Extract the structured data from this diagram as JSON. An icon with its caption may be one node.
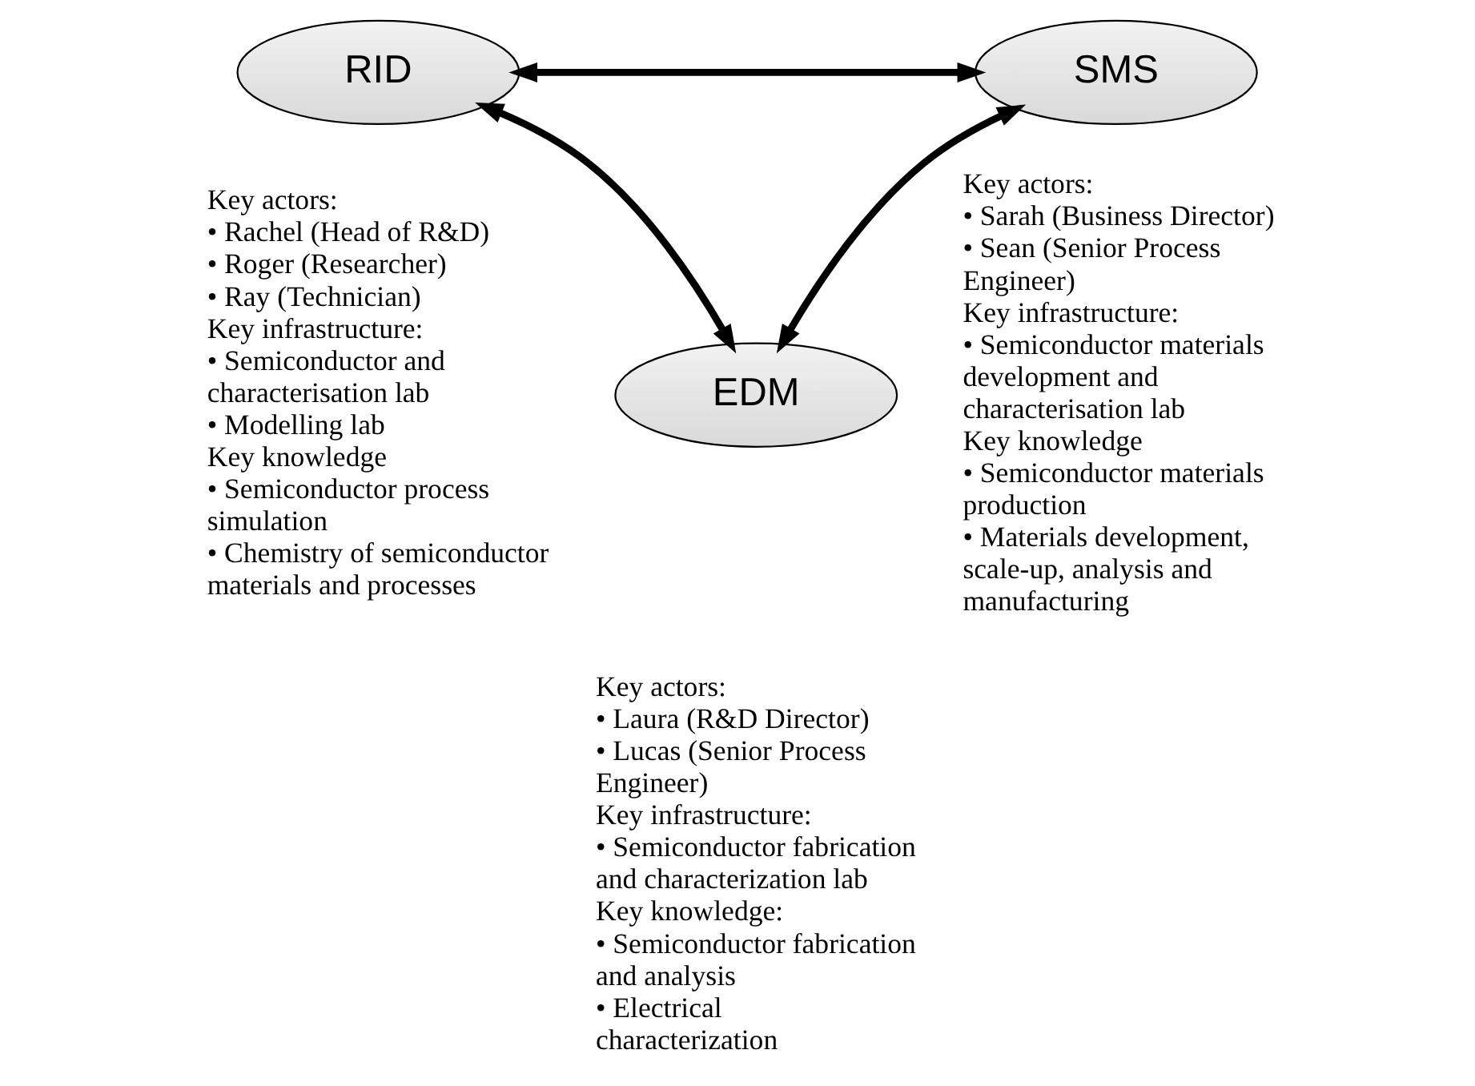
{
  "diagram": {
    "nodes": [
      {
        "text": [
          "RID"
        ],
        "beside": [
          "Key actors:",
          "• Rachel (Head of R&D)",
          "• Roger (Researcher)",
          "• Ray (Technician)",
          "Key infrastructure:",
          "• Semiconductor and characterisation lab",
          "• Modelling lab",
          "Key knowledge",
          "• Semiconductor process simulation",
          "• Chemistry of semiconductor materials and processes"
        ]
      },
      {
        "text": [
          "SMS"
        ],
        "beside": [
          "Key actors:",
          "• Sarah (Business Director)",
          "• Sean (Senior Process Engineer)",
          "Key infrastructure:",
          "• Semiconductor materials development and characterisation lab",
          "Key knowledge",
          "• Semiconductor materials production",
          "• Materials development, scale-up, analysis and manufacturing"
        ]
      },
      {
        "text": [
          "EDM"
        ],
        "beside": [
          "Key actors:",
          "• Laura (R&D Director)",
          "• Lucas (Senior Process Engineer)",
          "Key infrastructure:",
          "• Semiconductor fabrication and characterization lab",
          "Key knowledge:",
          "• Semiconductor fabrication and analysis",
          "• Electrical characterization"
        ]
      }
    ],
    "edges": [
      {
        "from": 0,
        "to": 1,
        "arrow": "both"
      },
      {
        "from": 0,
        "to": 2,
        "arrow": "both"
      },
      {
        "from": 2,
        "to": 1,
        "arrow": "both"
      }
    ]
  }
}
